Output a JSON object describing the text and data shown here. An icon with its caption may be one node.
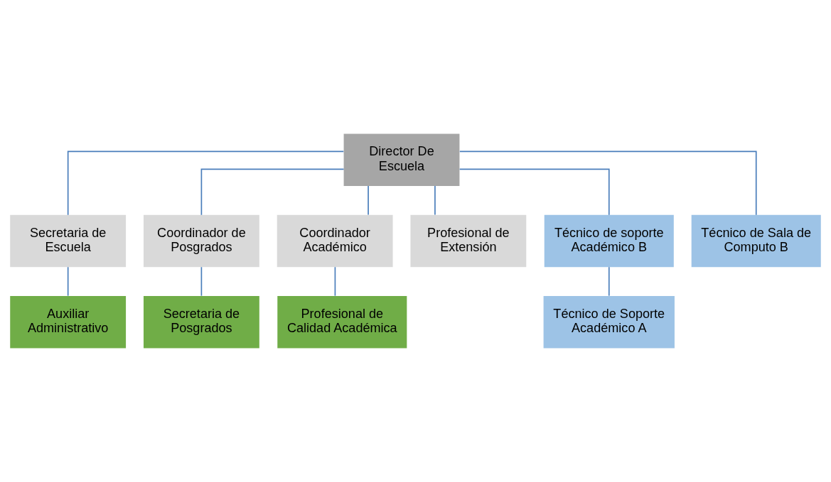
{
  "diagram": {
    "nodes": [
      {
        "text": [
          "Director De Escuela"
        ]
      },
      {
        "text": [
          "Secretaria de Escuela"
        ]
      },
      {
        "text": [
          "Auxiliar Administrativo"
        ]
      },
      {
        "text": [
          "Coordinador de Posgrados"
        ]
      },
      {
        "text": [
          "Coordinador Académico"
        ]
      },
      {
        "text": [
          "Profesional de Extensión"
        ]
      },
      {
        "text": [
          "Técnico de soporte Académico B"
        ]
      },
      {
        "text": [
          "Técnico de Sala de Computo B"
        ]
      },
      {
        "text": [
          "Secretaria de Posgrados"
        ]
      },
      {
        "text": [
          "Profesional de Calidad Académica"
        ]
      },
      {
        "text": [
          "Técnico de Soporte Académico A"
        ]
      }
    ],
    "edges": [
      {
        "from": 0,
        "to": 1,
        "arrow": "none"
      },
      {
        "from": 1,
        "to": 2,
        "arrow": "none"
      },
      {
        "from": 0,
        "to": 3,
        "arrow": "none"
      },
      {
        "from": 0,
        "to": 4,
        "arrow": "none"
      },
      {
        "from": 0,
        "to": 5,
        "arrow": "none"
      },
      {
        "from": 0,
        "to": 6,
        "arrow": "none"
      },
      {
        "from": 0,
        "to": 7,
        "arrow": "none"
      },
      {
        "from": 3,
        "to": 8,
        "arrow": "none"
      },
      {
        "from": 4,
        "to": 9,
        "arrow": "none"
      },
      {
        "from": 6,
        "to": 10,
        "arrow": "none"
      }
    ]
  }
}
